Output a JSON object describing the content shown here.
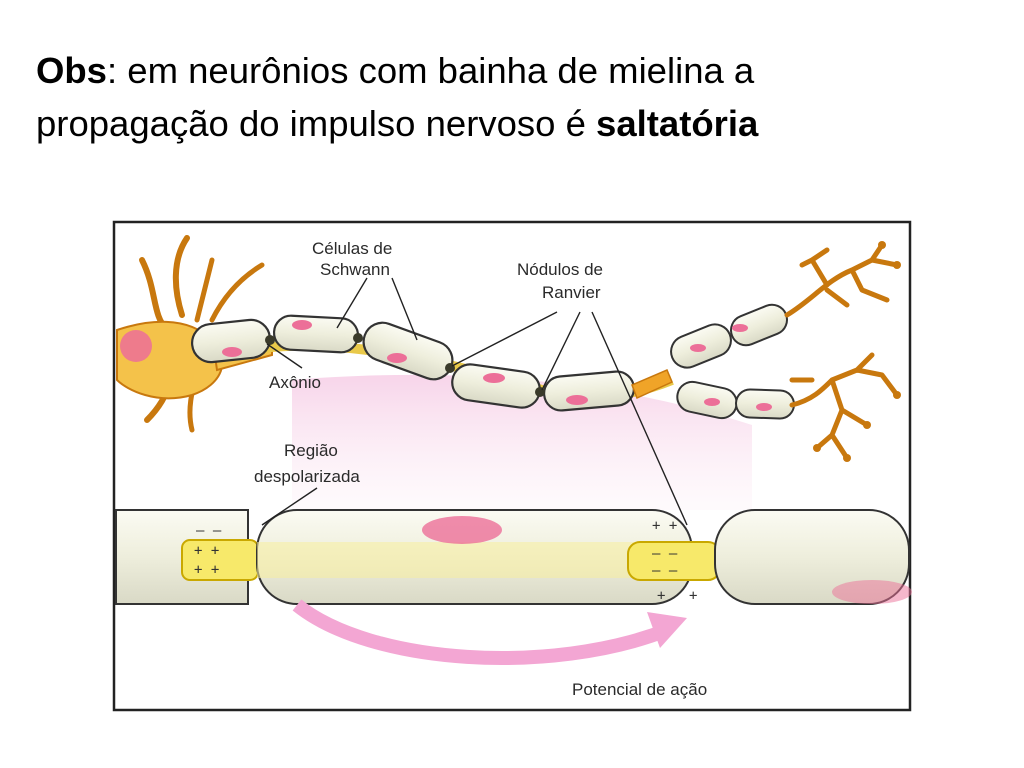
{
  "heading": {
    "obs": "Obs",
    "line1_rest": ": em neurônios com bainha de mielina a",
    "line2_plain": "propagação do impulso nervoso é ",
    "line2_bold": "saltatória"
  },
  "diagram": {
    "labels": {
      "schwann_line1": "Células de",
      "schwann_line2": "Schwann",
      "nodulos_line1": "Nódulos de",
      "nodulos_line2": "Ranvier",
      "axonio": "Axônio",
      "regiao_line1": "Região",
      "regiao_line2": "despolarizada",
      "potencial": "Potencial de ação"
    },
    "signs": {
      "plus": "+ +",
      "minus": "– –",
      "single_plus": "+"
    },
    "colors": {
      "myelin": "#f2f2e4",
      "axon": "#f7e96a",
      "nucleus": "#ec6f98",
      "neuron_body": "#f4c24a",
      "dendrite": "#c8780e",
      "action_arrow": "#f3a6d3",
      "frame": "#222222"
    }
  }
}
